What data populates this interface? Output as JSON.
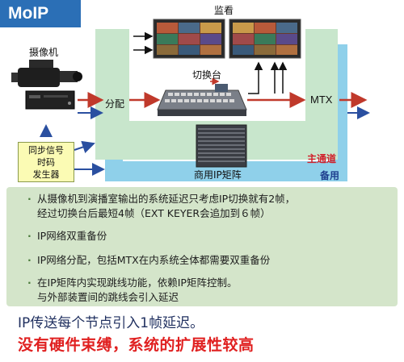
{
  "title": "MoIP",
  "labels": {
    "monitor": "监看",
    "camera": "摄像机",
    "switcher": "切换台",
    "split": "分配",
    "mtx": "MTX",
    "main_channel": "主通道",
    "backup": "备用",
    "ip_matrix": "商用IP矩阵",
    "sync_lines": [
      "同步信号",
      "时码",
      "发生器"
    ]
  },
  "bullets": [
    [
      "从摄像机到演播室输出的系统延迟只考虑IP切换就有2帧，",
      "经过切换台后最短4帧（EXT KEYER会追加到６帧）"
    ],
    [
      "IP网络双重备份"
    ],
    [
      "IP网络分配，包括MTX在内系统全体都需要双重备份"
    ],
    [
      "在IP矩阵内实现跳线功能，依赖IP矩阵控制。",
      "与外部装置间的跳线会引入延迟"
    ]
  ],
  "bottom_lines": [
    "IP传送每个节点引入1帧延迟。",
    "没有硬件束缚，系统的扩展性较高"
  ],
  "colors": {
    "title_bg": "#2b6fb6",
    "main_path": "#c8e6cc",
    "backup_path": "#8fd0ea",
    "panel_bg": "#d4e5ca",
    "red_arrow": "#c0392b",
    "blue_arrow": "#2a4fa0"
  }
}
